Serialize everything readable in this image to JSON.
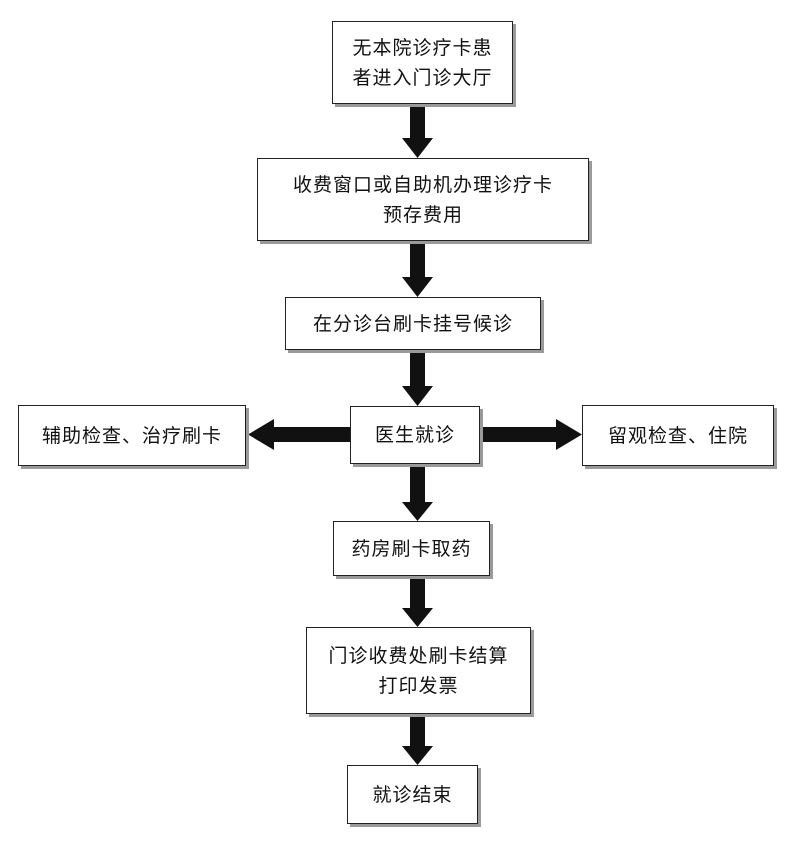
{
  "nodes": {
    "start": {
      "lines": [
        "无本院诊疗卡患",
        "者进入门诊大厅"
      ]
    },
    "prepay": {
      "lines": [
        "收费窗口或自助机办理诊疗卡",
        "预存费用"
      ]
    },
    "register": {
      "lines": [
        "在分诊台刷卡挂号候诊"
      ]
    },
    "doctor": {
      "lines": [
        "医生就诊"
      ]
    },
    "exam": {
      "lines": [
        "辅助检查、治疗刷卡"
      ]
    },
    "observe": {
      "lines": [
        "留观检查、住院"
      ]
    },
    "pharmacy": {
      "lines": [
        "药房刷卡取药"
      ]
    },
    "settle": {
      "lines": [
        "门诊收费处刷卡结算",
        "打印发票"
      ]
    },
    "end": {
      "lines": [
        "就诊结束"
      ]
    }
  },
  "edges": [
    [
      "start",
      "prepay"
    ],
    [
      "prepay",
      "register"
    ],
    [
      "register",
      "doctor"
    ],
    [
      "doctor",
      "exam"
    ],
    [
      "doctor",
      "observe"
    ],
    [
      "doctor",
      "pharmacy"
    ],
    [
      "pharmacy",
      "settle"
    ],
    [
      "settle",
      "end"
    ]
  ],
  "colors": {
    "arrow": "#111111",
    "border": "#222222",
    "shadow": "#9a9a9a"
  }
}
